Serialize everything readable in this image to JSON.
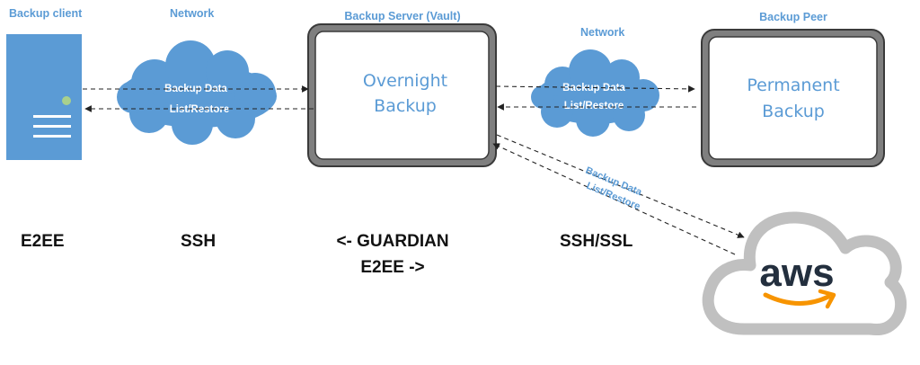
{
  "nodes": {
    "client": {
      "title": "Backup client"
    },
    "network1": {
      "title": "Network",
      "top_label": "Backup Data",
      "bottom_label": "List/Restore"
    },
    "vault": {
      "title": "Backup Server (Vault)",
      "line1": "Overnight",
      "line2": "Backup"
    },
    "network2": {
      "title": "Network",
      "top_label": "Backup Data",
      "bottom_label": "List/Restore"
    },
    "peer": {
      "title": "Backup Peer",
      "line1": "Permanent",
      "line2": "Backup"
    },
    "aws": {
      "logo_text": "aws"
    }
  },
  "diagonal_link": {
    "top_label": "Backup Data",
    "bottom_label": "List/Restore"
  },
  "protocols": {
    "client": "E2EE",
    "network1": "SSH",
    "vault_line1": "<- GUARDIAN",
    "vault_line2": "E2EE ->",
    "network2": "SSH/SSL"
  },
  "colors": {
    "accent_blue": "#5b9bd5",
    "box_border": "#555555",
    "aws_cloud": "#c0c0c0",
    "aws_smile": "#f79400",
    "aws_text": "#232f3e"
  }
}
